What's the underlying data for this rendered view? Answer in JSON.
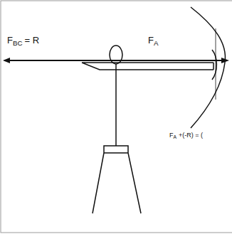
{
  "diagram": {
    "labels": [
      "F",
      "BC",
      "= R",
      "F",
      "A",
      "F",
      "A",
      "+(-R) = ("
    ]
  }
}
